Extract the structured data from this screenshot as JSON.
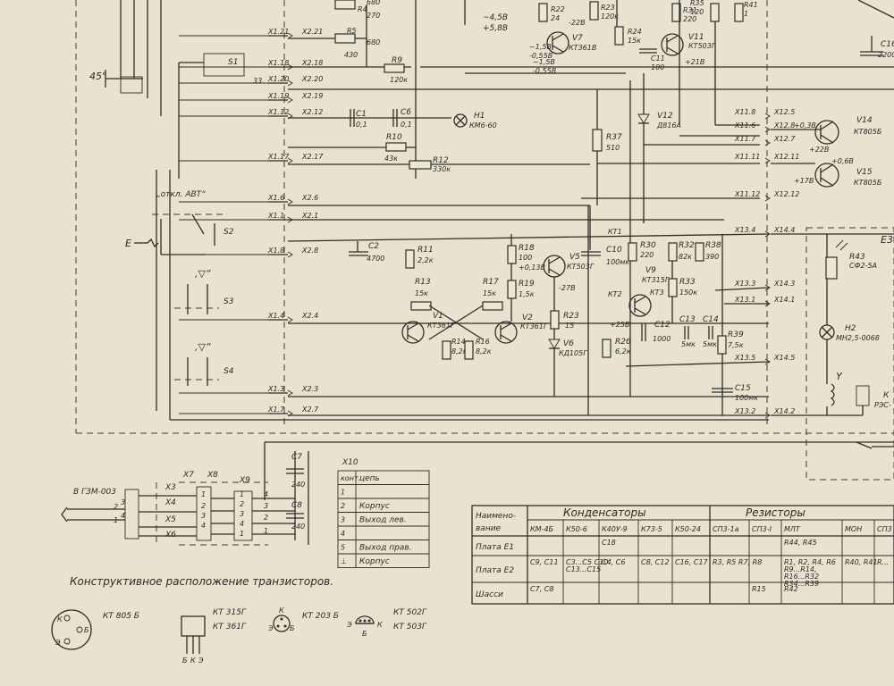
{
  "top_labels": {
    "r_top": [
      "680",
      "270",
      "R4",
      "R5",
      "680",
      "430"
    ],
    "volt_top": [
      "~4,5В",
      "+5,8В"
    ],
    "r22": [
      "R22",
      "24"
    ],
    "r23": [
      "R23",
      "120к"
    ],
    "r31": [
      "R31",
      "220"
    ],
    "r35": [
      "R35",
      "120"
    ],
    "r41": [
      "R41",
      "1"
    ],
    "r24": [
      "R24",
      "15к"
    ],
    "c11": [
      "C11",
      "100"
    ],
    "v7": [
      "V7",
      "КТ361В"
    ],
    "v11": [
      "V11",
      "КТ503Г"
    ],
    "v_v7": [
      "-22В",
      "~1,5В",
      "-0,55В",
      "~1,5В",
      "-0,55В"
    ],
    "v_v11": [
      "+21В"
    ],
    "c16": [
      "C16",
      "2200"
    ],
    "r9": [
      "R9",
      "120к"
    ],
    "h1": [
      "H1",
      "КМ6-60"
    ],
    "r37": [
      "R37",
      "510"
    ],
    "v12": [
      "V12",
      "Д816А"
    ],
    "c1": [
      "C1",
      "0,1"
    ],
    "c6": [
      "C6",
      "0,1"
    ],
    "r10": [
      "R10",
      "43к"
    ],
    "r12": [
      "R12",
      "330к"
    ],
    "s1": [
      "S1",
      "33"
    ],
    "deg45": "45°"
  },
  "connectors": {
    "left_x1": [
      "X1.21",
      "X1.18",
      "X1.20",
      "X1.19",
      "X1.12",
      "X1.17",
      "X1.6",
      "X1.1",
      "X1.8",
      "X1.4",
      "X1.3",
      "X1.7"
    ],
    "left_x2": [
      "X2.21",
      "X2.18",
      "X2.20",
      "X2.19",
      "X2.12",
      "X2.17",
      "X2.6",
      "X2.1",
      "X2.8",
      "X2.4",
      "X2.3",
      "X2.7"
    ],
    "right_x11": [
      "X11.8",
      "X11.6",
      "X11.7",
      "X11.11",
      "X11.12"
    ],
    "right_x12": [
      "X12.5",
      "X12.8",
      "X12.7",
      "X12.11",
      "X12.12"
    ],
    "right_x13": [
      "X13.4",
      "X13.3",
      "X13.1",
      "X13.5",
      "X13.2"
    ],
    "right_x14": [
      "X14.4",
      "X14.3",
      "X14.1",
      "X14.5",
      "X14.2"
    ]
  },
  "mid": {
    "otkl": "„откл. АВТ“",
    "e": "Е",
    "s2": "S2",
    "s3": "S3",
    "s4": "S4",
    "c2": [
      "C2",
      "4700"
    ],
    "r11": [
      "R11",
      "2,2к"
    ],
    "r13": [
      "R13",
      "15к"
    ],
    "r17": [
      "R17",
      "15к"
    ],
    "r18": [
      "R18",
      "100"
    ],
    "r19": [
      "R19",
      "1,5к"
    ],
    "r14": [
      "R14",
      "8,2к"
    ],
    "r16": [
      "R16",
      "8,2к"
    ],
    "v1": [
      "V1",
      "КТ361Г"
    ],
    "v2": [
      "V2",
      "КТ361Г"
    ],
    "v5": [
      "V5",
      "КТ503Г"
    ],
    "v6": [
      "V6",
      "КД105Г"
    ],
    "r23b": [
      "R23",
      "15"
    ],
    "volt_mid": [
      "+0,13В",
      "-27В",
      "+25В"
    ],
    "c10": [
      "C10",
      "100мк"
    ],
    "kt": [
      "КТ1",
      "КТ2",
      "КТ3"
    ],
    "r26": [
      "R26",
      "6,2к"
    ],
    "r30": [
      "R30",
      "220"
    ],
    "r32": [
      "R32",
      "82к"
    ],
    "r38": [
      "R38",
      "390"
    ],
    "r33": [
      "R33",
      "150к"
    ],
    "v9": [
      "V9",
      "КТ315Г"
    ],
    "c12": [
      "C12",
      "1000"
    ],
    "c13": [
      "C13",
      "5мк"
    ],
    "c14": [
      "C14",
      "5мк"
    ],
    "r39": [
      "R39",
      "7,5к"
    ],
    "c15": [
      "C15",
      "100мк"
    ]
  },
  "right_parts": {
    "v14": [
      "V14",
      "КТ805Б",
      "+0,3В",
      "+22В"
    ],
    "v15": [
      "V15",
      "КТ805Б",
      "+0,6В",
      "+17В"
    ],
    "r43": [
      "R43",
      "СФ2-5А"
    ],
    "h2": [
      "H2",
      "МН2,5-0068"
    ],
    "y": "Y",
    "k": [
      "К",
      "РЭС-"
    ],
    "e3": "Е3"
  },
  "bottom": {
    "cable": "В ГЗМ-003",
    "x_cable": [
      "X3",
      "X4",
      "X5",
      "X6"
    ],
    "x_conn": [
      "X7",
      "X8",
      "X9"
    ],
    "c7": [
      "C7",
      "240"
    ],
    "c8": [
      "C8",
      "240"
    ],
    "x10": "X10",
    "pins": [
      "1",
      "2",
      "3",
      "4",
      "1",
      "2",
      "3",
      "4",
      "1",
      "3",
      "4",
      "2",
      "1",
      "4",
      "3",
      "2",
      "1"
    ],
    "x10_table": {
      "headers": [
        "конт.",
        "цепь"
      ],
      "rows": [
        [
          "1",
          ""
        ],
        [
          "2",
          "Корпус"
        ],
        [
          "3",
          "Выход лев."
        ],
        [
          "4",
          ""
        ],
        [
          "5",
          "Выход прав."
        ],
        [
          "⊥",
          "Корпус"
        ]
      ]
    },
    "layout_title": "Конструктивное расположение транзисторов.",
    "transistors": [
      {
        "pins": [
          "К",
          "Э",
          "Б"
        ],
        "name": "КТ 805 Б"
      },
      {
        "pins": [
          "Б",
          "К",
          "Э"
        ],
        "names": [
          "КТ 315Г",
          "КТ 361Г"
        ]
      },
      {
        "pins": [
          "К",
          "Э",
          "Б"
        ],
        "name": "КТ 203 Б"
      },
      {
        "pins": [
          "Э",
          "Б",
          "К"
        ],
        "names": [
          "КТ 502Г",
          "КТ 503Г"
        ]
      }
    ]
  },
  "component_table": {
    "row_header": "Наимено- вание",
    "group_capacitors": "Конденсаторы",
    "group_resistors": "Резисторы",
    "cap_types": [
      "КМ-4Б",
      "К50-6",
      "К40У-9",
      "К73-5",
      "К50-24"
    ],
    "res_types": [
      "СП3-1а",
      "СП3-I",
      "МЛТ",
      "МОН",
      "СП3"
    ],
    "rows": [
      {
        "name": "Плата Е1",
        "cells": [
          "",
          "",
          "С18",
          "",
          "",
          "",
          "",
          "R44, R45",
          "",
          ""
        ]
      },
      {
        "name": "Плата Е2",
        "cells": [
          "С9, С11",
          "С3...С5 С10 С13...С15",
          "С4, С6",
          "С8, С12",
          "С16, С17",
          "R3, R5 R7, R8",
          "",
          "R1, R2, R4, R6 R9...R14, R16...R32 R34...R39",
          "R40, R41",
          "R..."
        ]
      },
      {
        "name": "Шасси",
        "cells": [
          "С7, С8",
          "",
          "",
          "",
          "",
          "",
          "R15",
          "R42",
          "",
          ""
        ]
      }
    ]
  }
}
